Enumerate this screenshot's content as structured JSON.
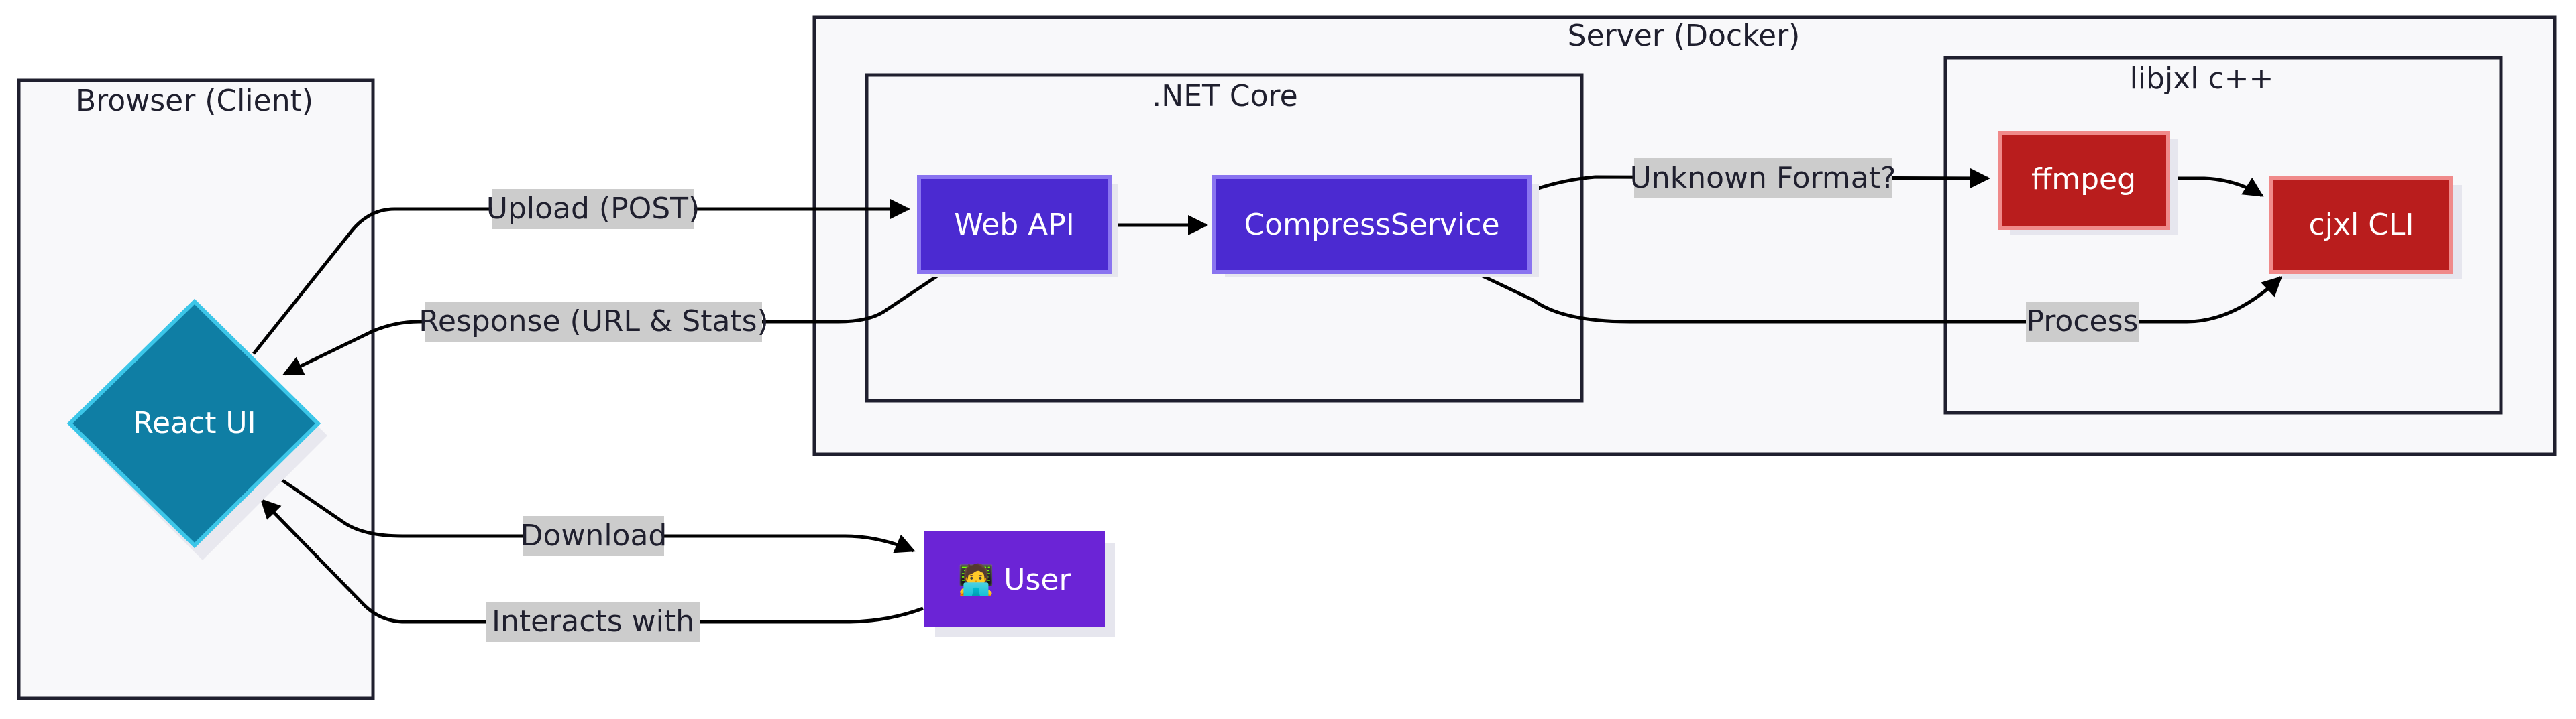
{
  "containers": {
    "browser": {
      "title": "Browser (Client)"
    },
    "server": {
      "title": "Server (Docker)"
    },
    "dotnet": {
      "title": ".NET Core"
    },
    "libjxl": {
      "title": "libjxl c++"
    }
  },
  "nodes": {
    "react_ui": {
      "label": "React UI",
      "fill": "#0f7ea4",
      "stroke": "#3cc6e8"
    },
    "web_api": {
      "label": "Web API",
      "fill": "#4b2ad1",
      "stroke": "#8a74f0"
    },
    "compress_service": {
      "label": "CompressService",
      "fill": "#4b2ad1",
      "stroke": "#8a74f0"
    },
    "ffmpeg": {
      "label": "ffmpeg",
      "fill": "#b91d1d",
      "stroke": "#f08a8a"
    },
    "cjxl_cli": {
      "label": "cjxl CLI",
      "fill": "#b91d1d",
      "stroke": "#f08a8a"
    },
    "user": {
      "label": "🧑‍💻 User",
      "fill": "#6b24d6",
      "stroke": "#6b24d6"
    }
  },
  "edges": {
    "upload": {
      "label": "Upload (POST)"
    },
    "response": {
      "label": "Response (URL & Stats)"
    },
    "unknown_format": {
      "label": "Unknown Format?"
    },
    "process": {
      "label": "Process"
    },
    "download": {
      "label": "Download"
    },
    "interacts": {
      "label": "Interacts with"
    }
  },
  "colors": {
    "container_fill": "#f8f8fa",
    "container_stroke": "#1f1f2e",
    "edge": "#000000",
    "label_bg": "#cccccc"
  }
}
